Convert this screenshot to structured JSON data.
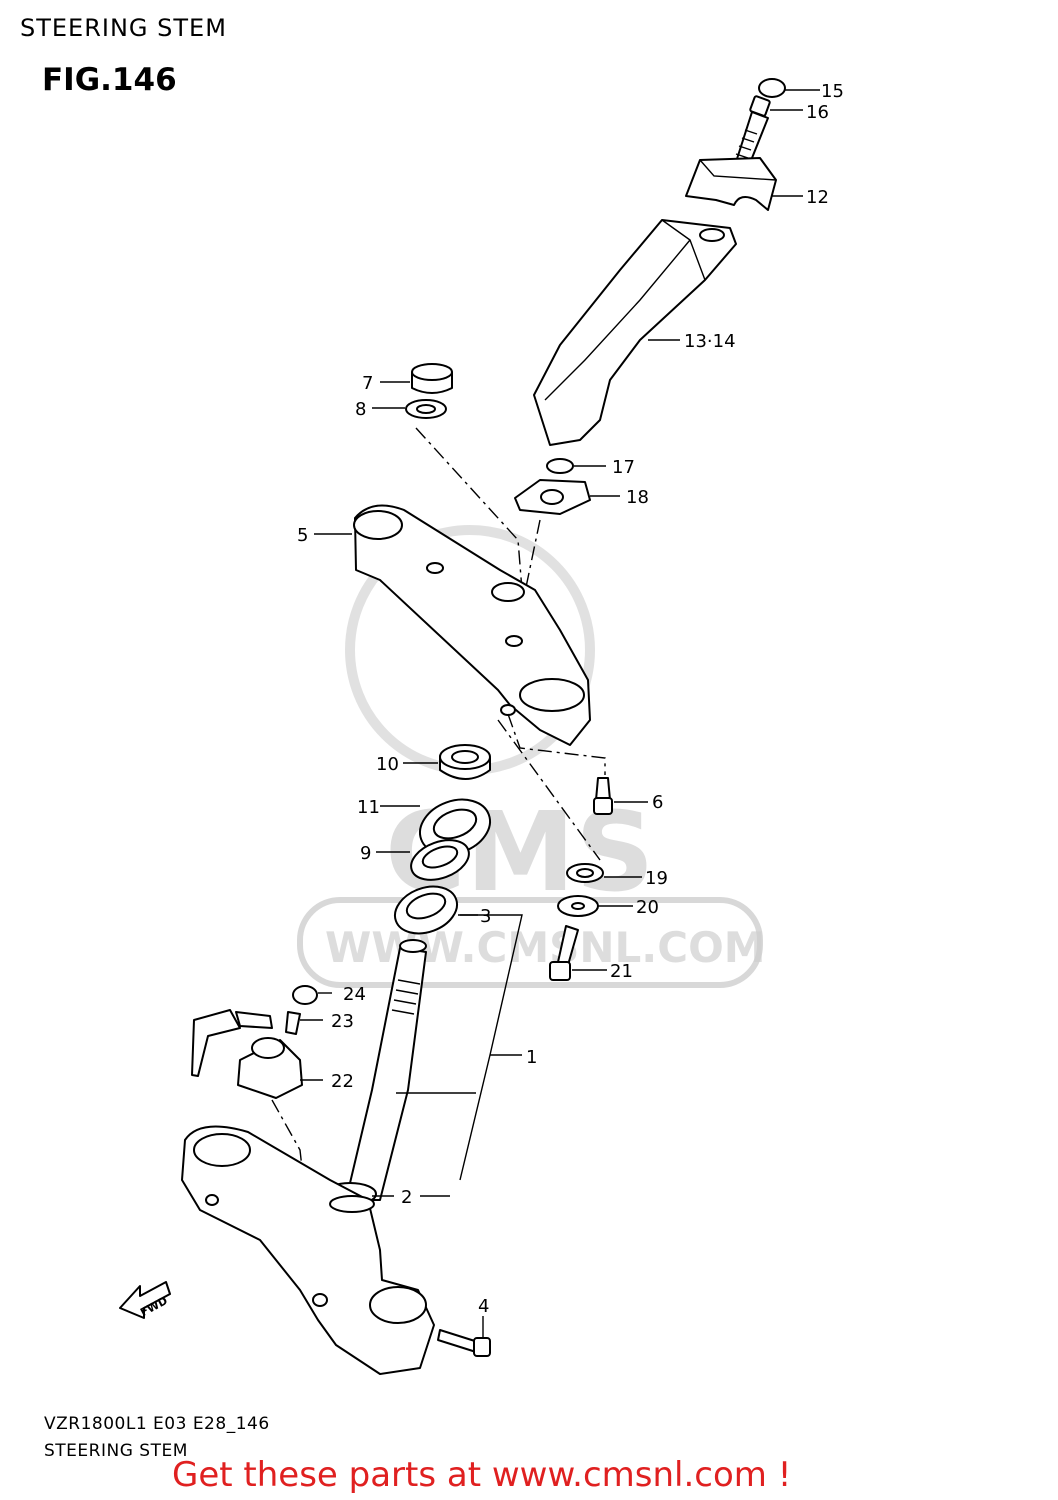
{
  "header": {
    "title": "STEERING STEM",
    "figure": "FIG.146"
  },
  "footer": {
    "model_line": "VZR1800L1 E03 E28_146",
    "caption": "STEERING STEM",
    "promo": "Get these parts at www.cmsnl.com !"
  },
  "watermark": {
    "brand": "CMS",
    "url": "WWW.CMSNL.COM"
  },
  "direction_marker": "FWD",
  "callouts": {
    "p1": "1",
    "p2": "2",
    "p3": "3",
    "p4": "4",
    "p5": "5",
    "p6": "6",
    "p7": "7",
    "p8": "8",
    "p9": "9",
    "p10": "10",
    "p11": "11",
    "p12": "12",
    "p13_14": "13·14",
    "p15": "15",
    "p16": "16",
    "p17": "17",
    "p18": "18",
    "p19": "19",
    "p20": "20",
    "p21": "21",
    "p22": "22",
    "p23": "23",
    "p24": "24"
  },
  "colors": {
    "promo": "#e02020",
    "line": "#000000",
    "watermark": "#c8c8c8"
  }
}
